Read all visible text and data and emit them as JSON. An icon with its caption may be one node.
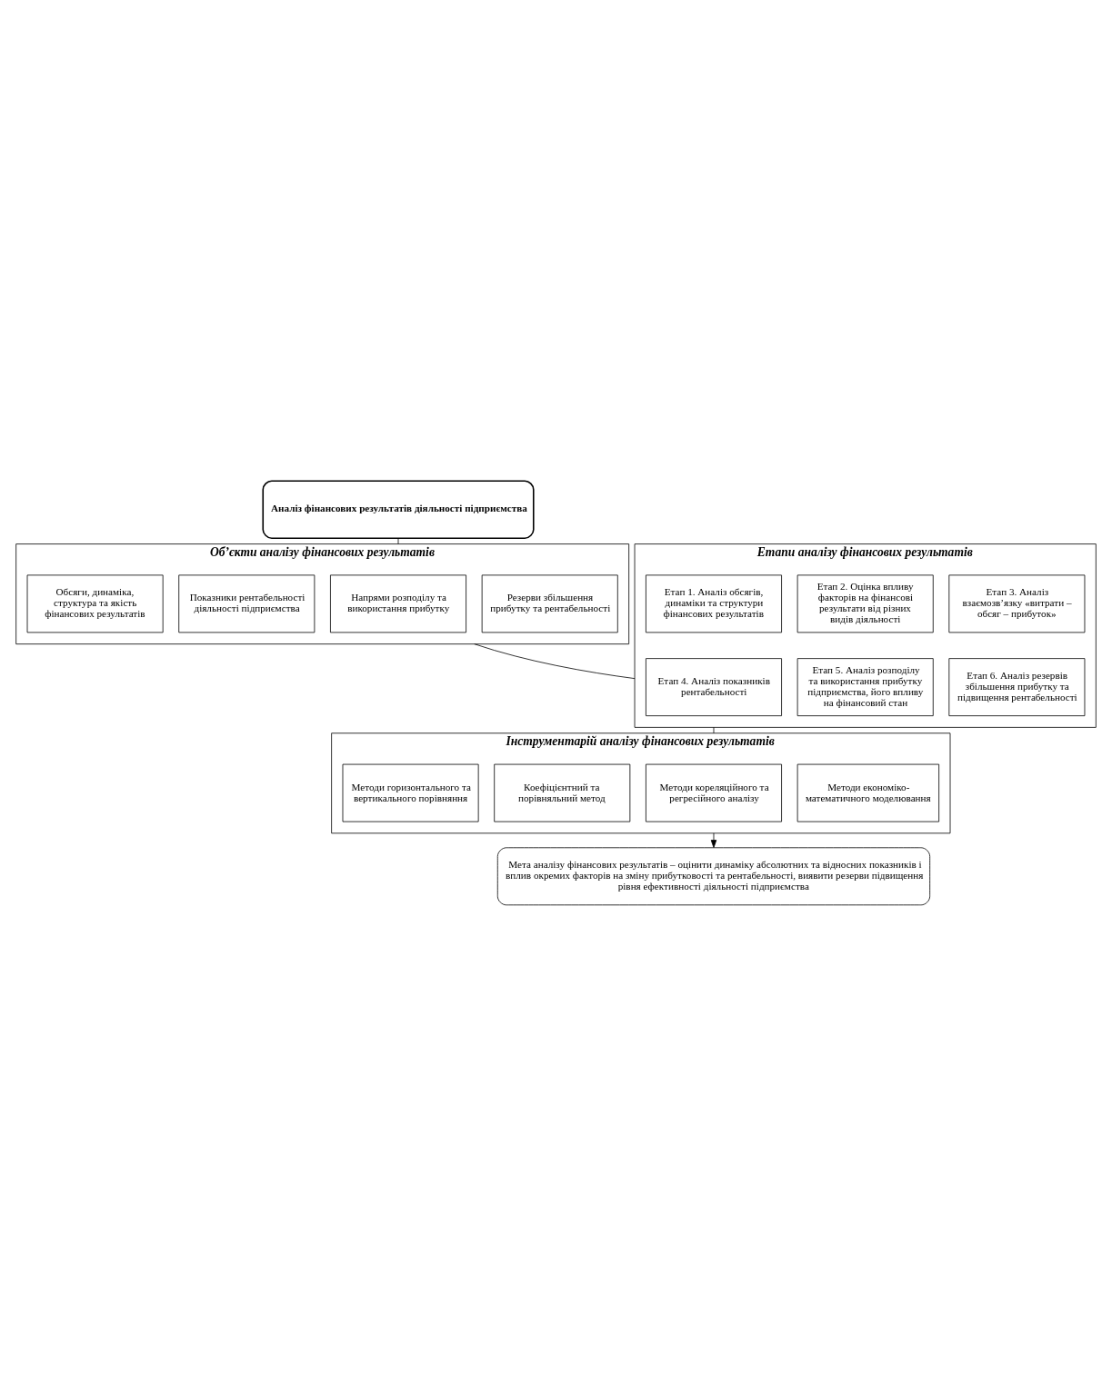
{
  "diagram": {
    "nodes": [
      {
        "text": [
          "Аналіз фінансових результатів діяльності підприємства"
        ]
      },
      {
        "text": [
          "Об’єкти аналізу фінансових результатів"
        ]
      },
      {
        "text": [
          "Обсяги, динаміка, структура та якість фінансових результатів"
        ],
        "in": 1
      },
      {
        "text": [
          "Показники рентабельності діяльності підприємства"
        ],
        "in": 1
      },
      {
        "text": [
          "Напрями розподілу та використання прибутку"
        ],
        "in": 1
      },
      {
        "text": [
          "Резерви збільшення прибутку та рентабельності"
        ],
        "in": 1
      },
      {
        "text": [
          "Етапи аналізу фінансових результатів"
        ]
      },
      {
        "text": [
          "Етап 1. Аналіз обсягів, динаміки та структури фінансових результатів"
        ],
        "in": 6
      },
      {
        "text": [
          "Етап 2. Оцінка впливу факторів на фінансові результати від різних видів діяльності"
        ],
        "in": 6
      },
      {
        "text": [
          "Етап 3. Аналіз взаємозв’язку «витрати – обсяг – прибуток»"
        ],
        "in": 6
      },
      {
        "text": [
          "Етап 4. Аналіз показників рентабельності"
        ],
        "in": 6
      },
      {
        "text": [
          "Етап 5. Аналіз розподілу та використання прибутку підприємства, його впливу на фінансовий стан"
        ],
        "in": 6
      },
      {
        "text": [
          "Етап 6. Аналіз резервів збільшення прибутку та підвищення рентабельності"
        ],
        "in": 6
      },
      {
        "text": [
          "Інструментарій аналізу фінансових результатів"
        ]
      },
      {
        "text": [
          "Методи горизонтального та вертикального порівняння"
        ],
        "in": 13
      },
      {
        "text": [
          "Коефіцієнтний та порівняльний метод"
        ],
        "in": 13
      },
      {
        "text": [
          "Методи кореляційного та регресійного аналізу"
        ],
        "in": 13
      },
      {
        "text": [
          "Методи економіко-математичного моделювання"
        ],
        "in": 13
      },
      {
        "text": [
          "Мета аналізу фінансових результатів – оцінити динаміку абсолютних та відносних показників і вплив окремих факторів на зміну прибутковості та рентабельності, виявити резерви підвищення рівня ефективності діяльності підприємства"
        ]
      }
    ],
    "edges": [
      {
        "from": 0,
        "to": 1,
        "arrow": "none"
      },
      {
        "from": 1,
        "to": 6,
        "arrow": "none"
      },
      {
        "from": 6,
        "to": 13,
        "arrow": "none"
      },
      {
        "from": 13,
        "to": 18,
        "arrow": "to"
      }
    ]
  }
}
